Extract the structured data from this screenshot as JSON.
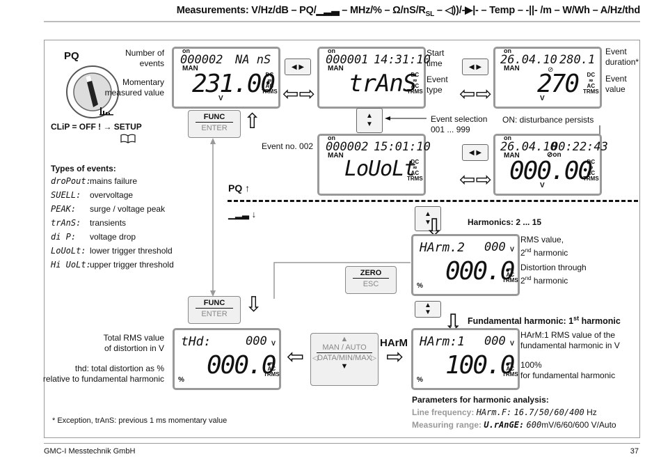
{
  "header": {
    "title": "Measurements: V/Hz/dB – PQ/▁▂▃ – MHz/% – Ω/nS/R",
    "sub": "SL",
    "title2": " – ◁))/‑▶|‑ – Temp – ‑||‑ /m – W/Wh – A/Hz/thd"
  },
  "footer": {
    "company": "GMC-I Messtechnik GmbH",
    "page": "37"
  },
  "left": {
    "pq_label": "PQ",
    "clip": "CLiP = OFF ! → SETUP",
    "types_title": "Types of events:",
    "types": [
      {
        "code": "droPout:",
        "desc": "mains failure"
      },
      {
        "code": "SUELL:",
        "desc": "overvoltage"
      },
      {
        "code": "PEAK:",
        "desc": "surge / voltage peak"
      },
      {
        "code": "trAnS:",
        "desc": "transients"
      },
      {
        "code": "di P:",
        "desc": "voltage drop"
      },
      {
        "code": "LoUoLt:",
        "desc": "lower trigger threshold"
      },
      {
        "code": "Hi UoLt:",
        "desc": "upper trigger threshold"
      }
    ],
    "footnote": "*   Exception, trAnS: previous 1 ms momentary value"
  },
  "labels": {
    "num_events": "Number of",
    "num_events2": "events",
    "momentary": "Momentary",
    "momentary2": "measured value",
    "start": "Start",
    "start2": "time",
    "event_type": "Event",
    "event_type2": "type",
    "event_dur": "Event",
    "event_dur2": "duration*",
    "event_val": "Event",
    "event_val2": "value",
    "event_sel": "Event selection",
    "event_sel2": "001 ... 999",
    "event_no": "Event no. 002",
    "persist": "ON: disturbance persists",
    "pq_arrow": "PQ",
    "harmonics": "Harmonics: 2 ... 15",
    "rms": "RMS value,",
    "rms2": "2",
    "rms2b": "nd",
    "rms2c": " harmonic",
    "dist": "Distortion through",
    "dist2": "2",
    "dist2b": "nd",
    "dist2c": " harmonic",
    "fund": "Fundamental harmonic: 1",
    "fund_sup": "st",
    "fund2": " harmonic",
    "harm1": "HArM:1 RMS value of the",
    "harm1b": "fundamental harmonic in V",
    "pct100": "100%",
    "pct100b": "for fundamental harmonic",
    "total_rms": "Total RMS value",
    "total_rms2": "of distortion in V",
    "thd": "thd: total distortion as %",
    "thd2": "relative to fundamental harmonic",
    "harm": "HArM",
    "params_title": "Parameters for harmonic analysis:",
    "line_freq": "Line frequency:",
    "line_freq_code": "HArm.F:",
    "line_freq_val": "16.7/50/60/400",
    "line_freq_unit": " Hz",
    "range": "Measuring range:",
    "range_code": "U.rAnGE:",
    "range_val": "600",
    "range_rest": "mV/6/60/600 V/Auto"
  },
  "buttons": {
    "func": "FUNC",
    "enter": "ENTER",
    "zero": "ZERO",
    "esc": "ESC",
    "man_auto": "MAN / AUTO",
    "data": "DATA/MIN/MAX"
  },
  "lcds": {
    "d1": {
      "on": "on",
      "top": "000002",
      "top2": "NA nS",
      "man": "MAN",
      "big": "231.00",
      "v": "V"
    },
    "d2": {
      "on": "on",
      "top": "000001",
      "top2": "14:31:10",
      "man": "MAN",
      "big": "trAnS"
    },
    "d3": {
      "on": "on",
      "top": "26.04.10",
      "top2": "280.1",
      "man": "MAN",
      "big": "270",
      "v": "V"
    },
    "d4": {
      "on": "on",
      "top": "000002",
      "top2": "15:01:10",
      "man": "MAN",
      "big": "LoUoLt"
    },
    "d5": {
      "on": "on",
      "top": "26.04.10",
      "top2": "00:22:43",
      "man": "MAN",
      "on2": "on",
      "big": "000.00",
      "v": "V"
    },
    "d6": {
      "top": "HArm.2",
      "top2": "000",
      "top2u": "V",
      "big": "000.0",
      "pct": "%"
    },
    "d7": {
      "top": "HArm:1",
      "top2": "000",
      "top2u": "V",
      "big": "100.0",
      "pct": "%"
    },
    "d8": {
      "top": "tHd:",
      "top2": "000",
      "top2u": "V",
      "big": "000.0",
      "pct": "%"
    }
  },
  "units": {
    "dc": "DC",
    "ac": "AC",
    "trms": "TRMS"
  }
}
